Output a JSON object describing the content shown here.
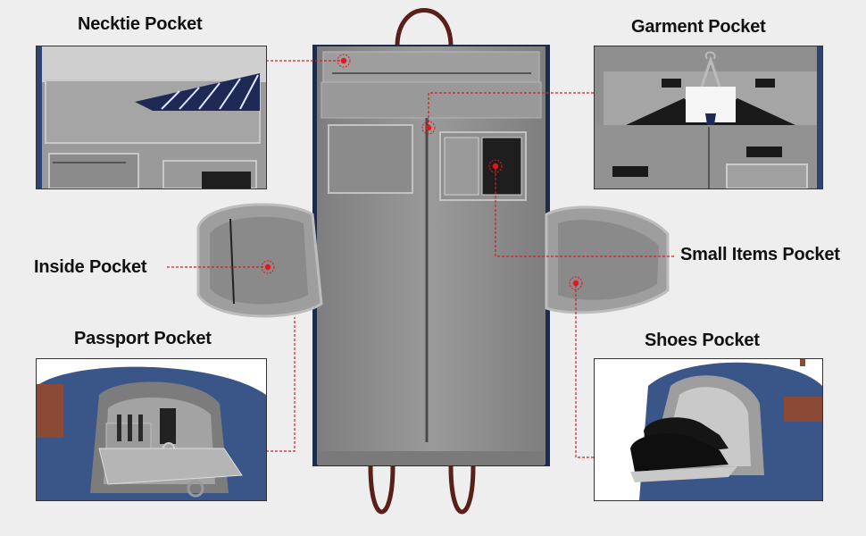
{
  "labels": {
    "necktie": "Necktie Pocket",
    "garment": "Garment Pocket",
    "inside": "Inside Pocket",
    "small_items": "Small Items Pocket",
    "passport": "Passport Pocket",
    "shoes": "Shoes Pocket"
  },
  "colors": {
    "background": "#eeeeee",
    "lining": "#8c8c8c",
    "lining_light": "#a9a9a9",
    "denim": "#34496f",
    "leather": "#7a2f24",
    "marker": "#e4161c",
    "leader_line": "#d21f26"
  }
}
